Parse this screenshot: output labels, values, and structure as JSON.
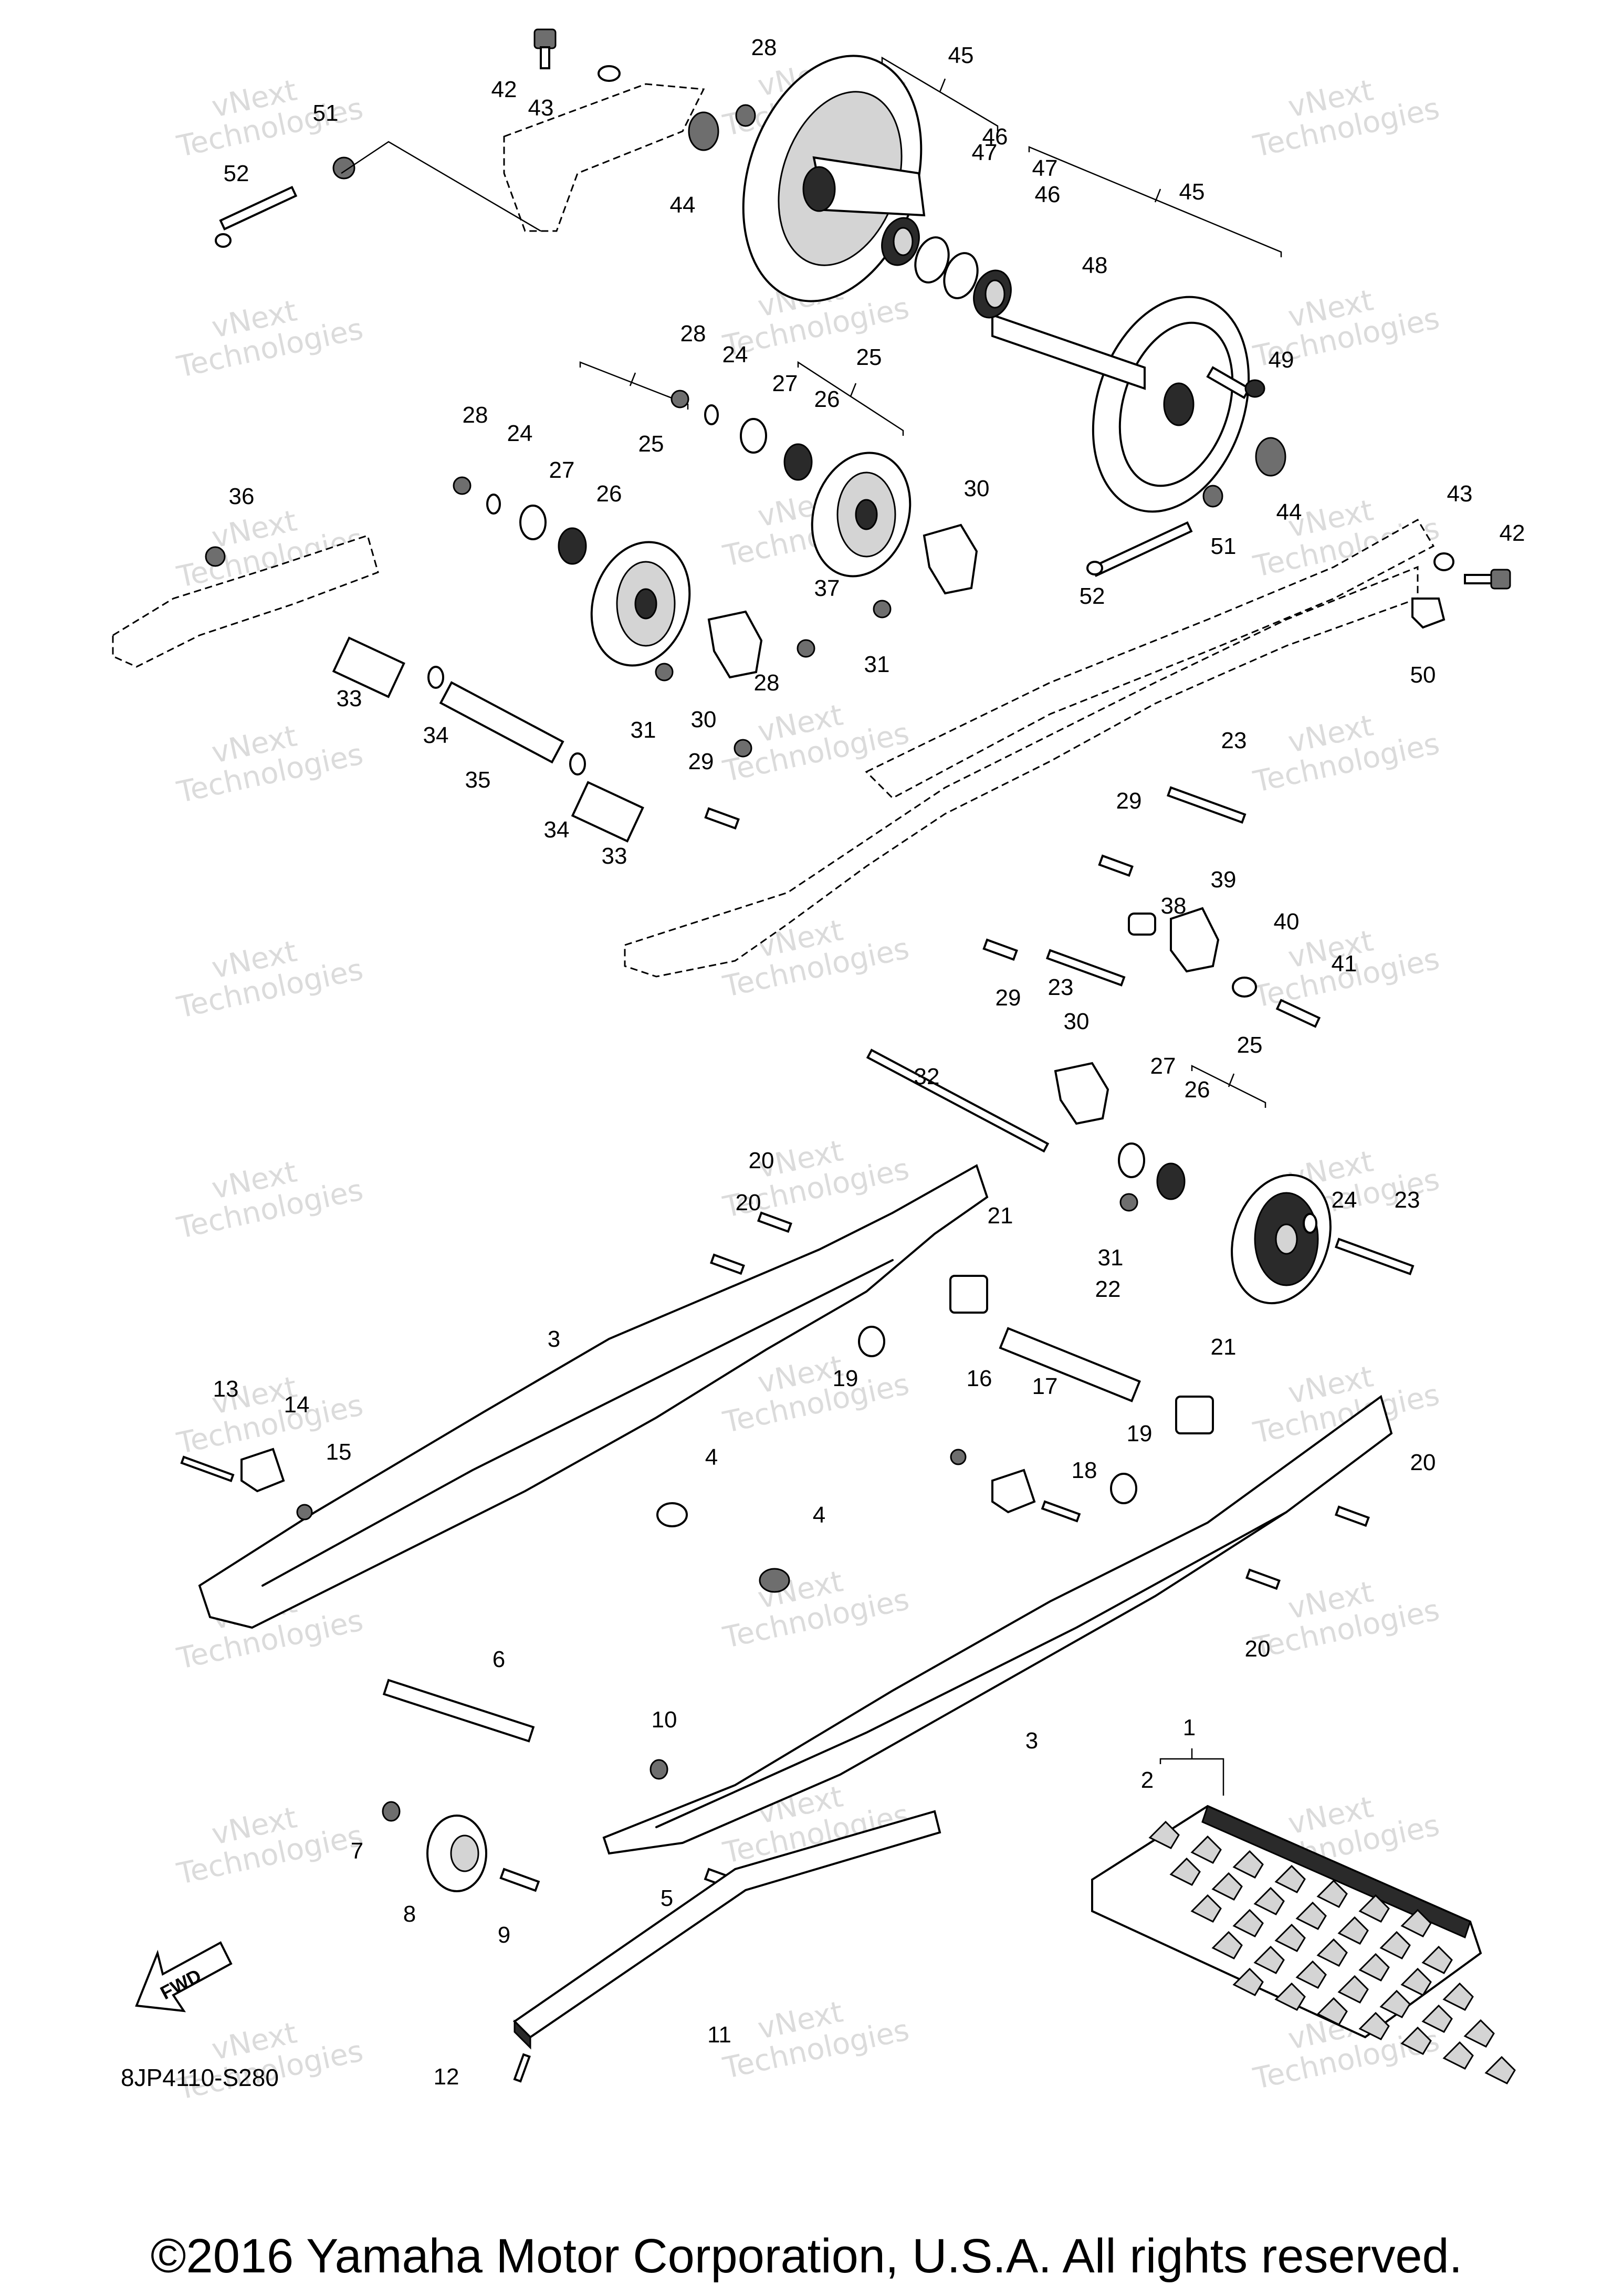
{
  "diagram": {
    "code": "8JP4110-S280",
    "copyright": "©2016 Yamaha Motor Corporation, U.S.A. All rights reserved.",
    "fwd_label": "FWD",
    "watermark": [
      "vNext",
      "Technologies"
    ]
  },
  "callouts": [
    "1",
    "2",
    "3",
    "4",
    "5",
    "6",
    "7",
    "8",
    "9",
    "10",
    "11",
    "12",
    "13",
    "14",
    "15",
    "16",
    "17",
    "18",
    "19",
    "20",
    "21",
    "22",
    "23",
    "24",
    "25",
    "26",
    "27",
    "28",
    "29",
    "30",
    "31",
    "32",
    "33",
    "34",
    "35",
    "36",
    "37",
    "38",
    "39",
    "40",
    "41",
    "42",
    "43",
    "44",
    "45",
    "46",
    "47",
    "48",
    "49",
    "50",
    "51",
    "52"
  ],
  "colors": {
    "line": "#000000",
    "background": "#ffffff",
    "watermark": "#cfcfcf"
  }
}
